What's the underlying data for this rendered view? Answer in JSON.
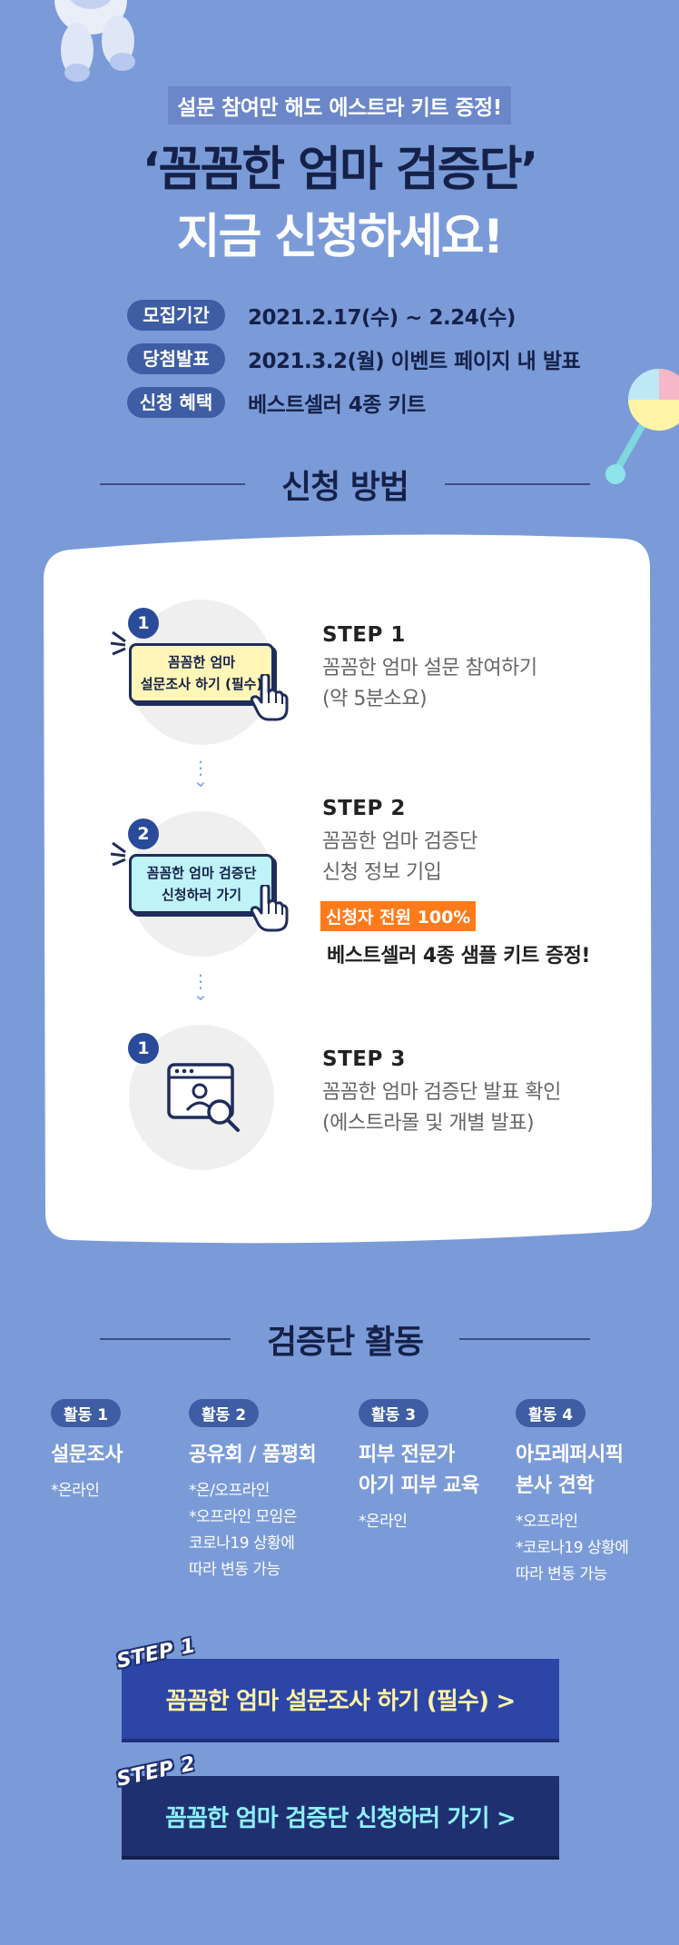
{
  "header": {
    "top_banner": "설문 참여만 해도 에스트라 키트 증정!",
    "title_line1": "‘꼼꼼한 엄마 검증단’",
    "title_line2": "지금 신청하세요!"
  },
  "info": [
    {
      "label": "모집기간",
      "value": "2021.2.17(수) ~ 2.24(수)"
    },
    {
      "label": "당첨발표",
      "value": "2021.3.2(월) 이벤트 페이지 내 발표"
    },
    {
      "label": "신청 혜택",
      "value": "베스트셀러 4종 키트"
    }
  ],
  "how_to": {
    "heading": "신청 방법",
    "steps": [
      {
        "badge": "1",
        "button_line1": "꼼꼼한 엄마",
        "button_line2": "설문조사 하기 (필수)",
        "label": "STEP 1",
        "desc_line1": "꼼꼼한 엄마 설문 참여하기",
        "desc_line2": "(약 5분소요)"
      },
      {
        "badge": "2",
        "button_line1": "꼼꼼한 엄마 검증단",
        "button_line2": "신청하러 가기",
        "label": "STEP 2",
        "desc_line1": "꼼꼼한 엄마 검증단",
        "desc_line2": "신청 정보 기입",
        "tag": "신청자 전원 100%",
        "highlight": "베스트셀러 4종 샘플 키트 증정!"
      },
      {
        "badge": "1",
        "label": "STEP 3",
        "desc_line1": "꼼꼼한 엄마 검증단 발표 확인",
        "desc_line2": "(에스트라몰 및 개별 발표)"
      }
    ]
  },
  "activities": {
    "heading": "검증단 활동",
    "items": [
      {
        "pill": "활동 1",
        "title1": "설문조사",
        "title2": "",
        "notes": [
          "*온라인"
        ]
      },
      {
        "pill": "활동 2",
        "title1": "공유회 / 품평회",
        "title2": "",
        "notes": [
          "*온/오프라인",
          "*오프라인 모임은",
          "코로나19 상황에",
          "따라 변동 가능"
        ]
      },
      {
        "pill": "활동 3",
        "title1": "피부 전문가",
        "title2": "아기 피부 교육",
        "notes": [
          "*온라인"
        ]
      },
      {
        "pill": "활동 4",
        "title1": "아모레퍼시픽",
        "title2": "본사 견학",
        "notes": [
          "*오프라인",
          "*코로나19 상황에",
          "따라 변동 가능"
        ]
      }
    ]
  },
  "cta": {
    "step1_tag": "STEP 1",
    "step1_label": "꼼꼼한 엄마 설문조사 하기 (필수) >",
    "step2_tag": "STEP 2",
    "step2_label": "꼼꼼한 엄마 검증단 신청하러 가기 >"
  },
  "colors": {
    "background": "#7b9bd8",
    "navy": "#152149",
    "accent_orange": "#ff7a1a",
    "cta1_bg": "#2c45a6",
    "cta2_bg": "#1f3070"
  }
}
